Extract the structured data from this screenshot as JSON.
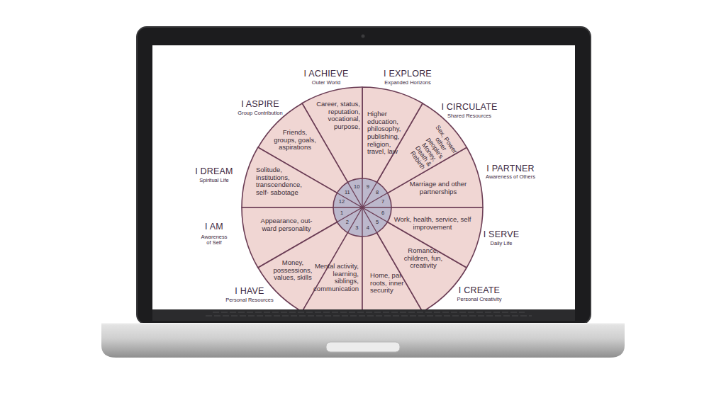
{
  "diagram": {
    "nodes": [
      {
        "text": [
          "I AM",
          "Awareness of Self",
          "Appearance, out-ward personality"
        ]
      },
      {
        "text": [
          "I HAVE",
          "Personal Resources",
          "Money, possessions, values, skills"
        ]
      },
      {
        "text": [
          "Mental activity, learning, siblings, communication"
        ]
      },
      {
        "text": [
          "Home, parents, roots, inner security"
        ]
      },
      {
        "text": [
          "I CREATE",
          "Personal Creativity",
          "Romance, children, fun, creativity"
        ]
      },
      {
        "text": [
          "I SERVE",
          "Daily Life",
          "Work, health, service, self improvement"
        ]
      },
      {
        "text": [
          "I PARTNER",
          "Awareness of Others",
          "Marriage and other partnerships"
        ]
      },
      {
        "text": [
          "I CIRCULATE",
          "Shared Resources",
          "Sex, Power, other people's Money, Death & Rebirth"
        ]
      },
      {
        "text": [
          "I EXPLORE",
          "Expanded Horizons",
          "Higher education, philosophy, publishing, religion, travel, law"
        ]
      },
      {
        "text": [
          "I ACHIEVE",
          "Outer World",
          "Career, status, reputation, vocational, purpose,"
        ]
      },
      {
        "text": [
          "I ASPIRE",
          "Group Contribution",
          "Friends, groups, goals, aspirations"
        ]
      },
      {
        "text": [
          "I DREAM",
          "Spiritual Life",
          "Solitude, institutions, transcendence, self- sabotage"
        ]
      },
      {
        "text": [
          "1",
          "2",
          "3",
          "4",
          "5",
          "6",
          "7",
          "8",
          "9",
          "10",
          "11",
          "12"
        ]
      }
    ]
  }
}
